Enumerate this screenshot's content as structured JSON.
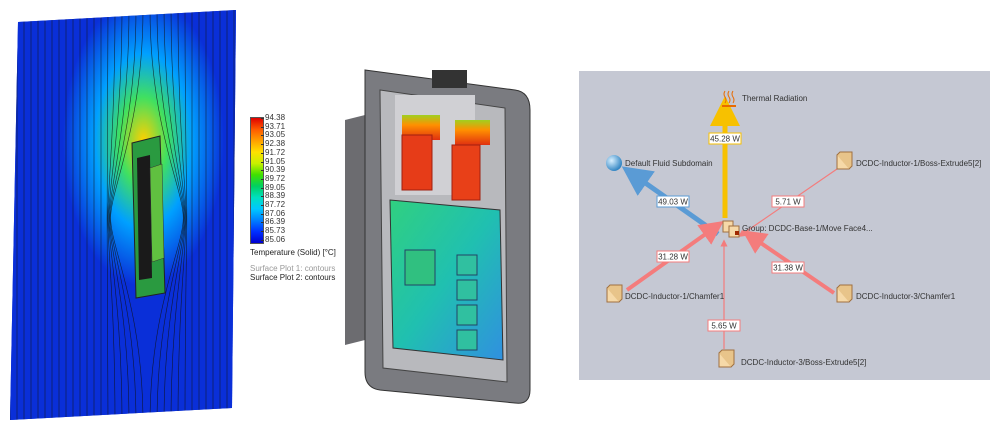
{
  "legend": {
    "ticks": [
      "94.38",
      "93.71",
      "93.05",
      "92.38",
      "91.72",
      "91.05",
      "90.39",
      "89.72",
      "89.05",
      "88.39",
      "87.72",
      "87.06",
      "86.39",
      "85.73",
      "85.06"
    ],
    "title": "Temperature (Solid) [°C]",
    "surface_plot_1": "Surface Plot 1: contours",
    "surface_plot_2": "Surface Plot 2: contours"
  },
  "heat_flow": {
    "center": "Group: DCDC-Base-1/Move Face4...",
    "thermal_radiation": "Thermal Radiation",
    "fluid": "Default Fluid Subdomain",
    "inductor1_boss": "DCDC-Inductor-1/Boss-Extrude5[2]",
    "inductor1_chamfer": "DCDC-Inductor-1/Chamfer1",
    "inductor3_chamfer": "DCDC-Inductor-3/Chamfer1",
    "inductor3_boss": "DCDC-Inductor-3/Boss-Extrude5[2]",
    "flows": {
      "radiation": "45.28 W",
      "fluid": "49.03 W",
      "inductor1_boss": "5.71 W",
      "inductor1_chamfer": "31.28 W",
      "inductor3_chamfer": "31.38 W",
      "inductor3_boss": "5.65 W"
    },
    "colors": {
      "radiation": "#f7c100",
      "fluid": "#5a9bd5",
      "source": "#f47c7c",
      "background": "#c5c8d3"
    }
  }
}
